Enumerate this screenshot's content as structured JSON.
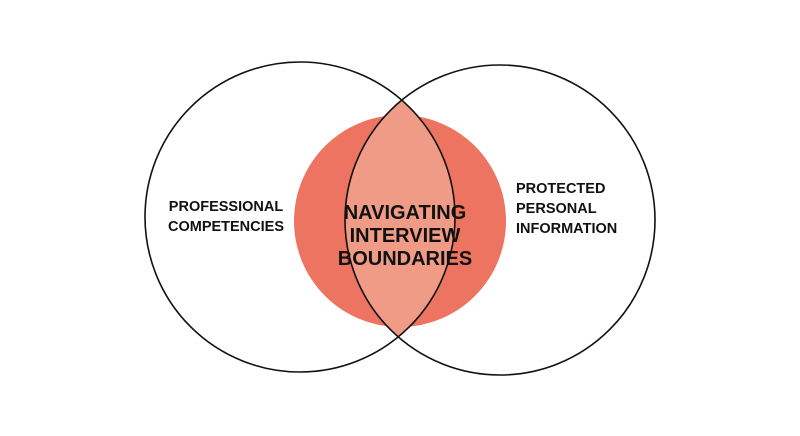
{
  "colors": {
    "core": "#ED7460",
    "overlap": "#F09B86",
    "outline": "#111111",
    "background": "#FFFFFF"
  },
  "diagram": {
    "type": "venn",
    "left_set": {
      "lines": [
        "PROFESSIONAL",
        "COMPETENCIES"
      ]
    },
    "right_set": {
      "lines": [
        "PROTECTED",
        "PERSONAL",
        "INFORMATION"
      ]
    },
    "center": {
      "lines": [
        "NAVIGATING",
        "INTERVIEW",
        "BOUNDARIES"
      ]
    }
  }
}
